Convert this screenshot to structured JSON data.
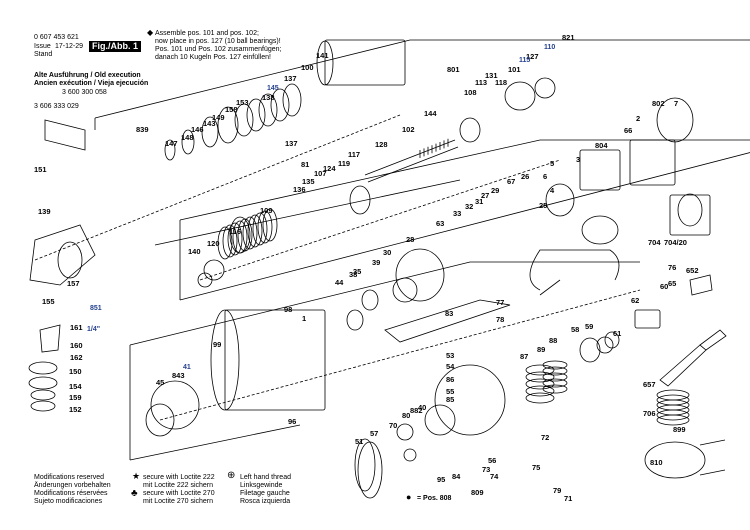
{
  "header": {
    "part_number": "0 607 453 621",
    "issue_label": "Issue",
    "issue_date": "17-12-29",
    "stand_label": "Stand",
    "fig_label": "Fig./Abb. 1",
    "note_line1": "Assemble pos. 101 and pos. 102;",
    "note_line2": "now place in pos. 127 (10 ball bearings)!",
    "note_line3": "Pos. 101 und Pos. 102 zusammenfügen;",
    "note_line4": "danach 10 Kugeln Pos. 127 einfüllen!"
  },
  "old_execution": {
    "line1": "Alte Ausführung / Old execution",
    "line2": "Ancien exécution / Vieja ejecución",
    "code1": "3 600 300 058",
    "code2": "3 606 333 029"
  },
  "legend": {
    "mod1": "Modifications reserved",
    "mod2": "Änderungen vorbehalten",
    "mod3": "Modifications réservées",
    "mod4": "Sujeto modificaciones",
    "l222_1": "secure with Loctite 222",
    "l222_2": "mit Loctite 222 sichern",
    "l270_1": "secure with Loctite 270",
    "l270_2": "mit Loctite 270 sichern",
    "lh1": "Left hand thread",
    "lh2": "Linksgewinde",
    "lh3": "Filetage gauche",
    "lh4": "Rosca izquierda",
    "pos808": "= Pos. 808",
    "star": "★",
    "club": "♣"
  },
  "labels": [
    "141",
    "110",
    "821",
    "127",
    "115",
    "101",
    "131",
    "118",
    "113",
    "108",
    "801",
    "100",
    "137",
    "145",
    "138",
    "153",
    "158",
    "149",
    "143",
    "146",
    "148",
    "147",
    "839",
    "137",
    "102",
    "144",
    "128",
    "151",
    "139",
    "157",
    "155",
    "161",
    "160",
    "162",
    "150",
    "154",
    "159",
    "152",
    "851",
    "1/4\"",
    "81",
    "117",
    "119",
    "124",
    "107",
    "135",
    "136",
    "109",
    "116",
    "120",
    "140",
    "802",
    "7",
    "2",
    "804",
    "3",
    "5",
    "6",
    "4",
    "66",
    "26",
    "67",
    "29",
    "27",
    "31",
    "32",
    "33",
    "63",
    "28",
    "30",
    "39",
    "35",
    "38",
    "44",
    "98",
    "99",
    "41",
    "843",
    "45",
    "1",
    "96",
    "77",
    "78",
    "83",
    "53",
    "54",
    "86",
    "55",
    "85",
    "40",
    "80",
    "882",
    "70",
    "57",
    "51",
    "95",
    "84",
    "809",
    "73",
    "74",
    "79",
    "71",
    "56",
    "72",
    "75",
    "87",
    "89",
    "88",
    "58",
    "59",
    "61",
    "62",
    "65",
    "60",
    "76",
    "652",
    "704",
    "704/20",
    "657",
    "706",
    "899",
    "810",
    "25"
  ],
  "colors": {
    "line": "#000000",
    "blue_label": "#24408e"
  }
}
